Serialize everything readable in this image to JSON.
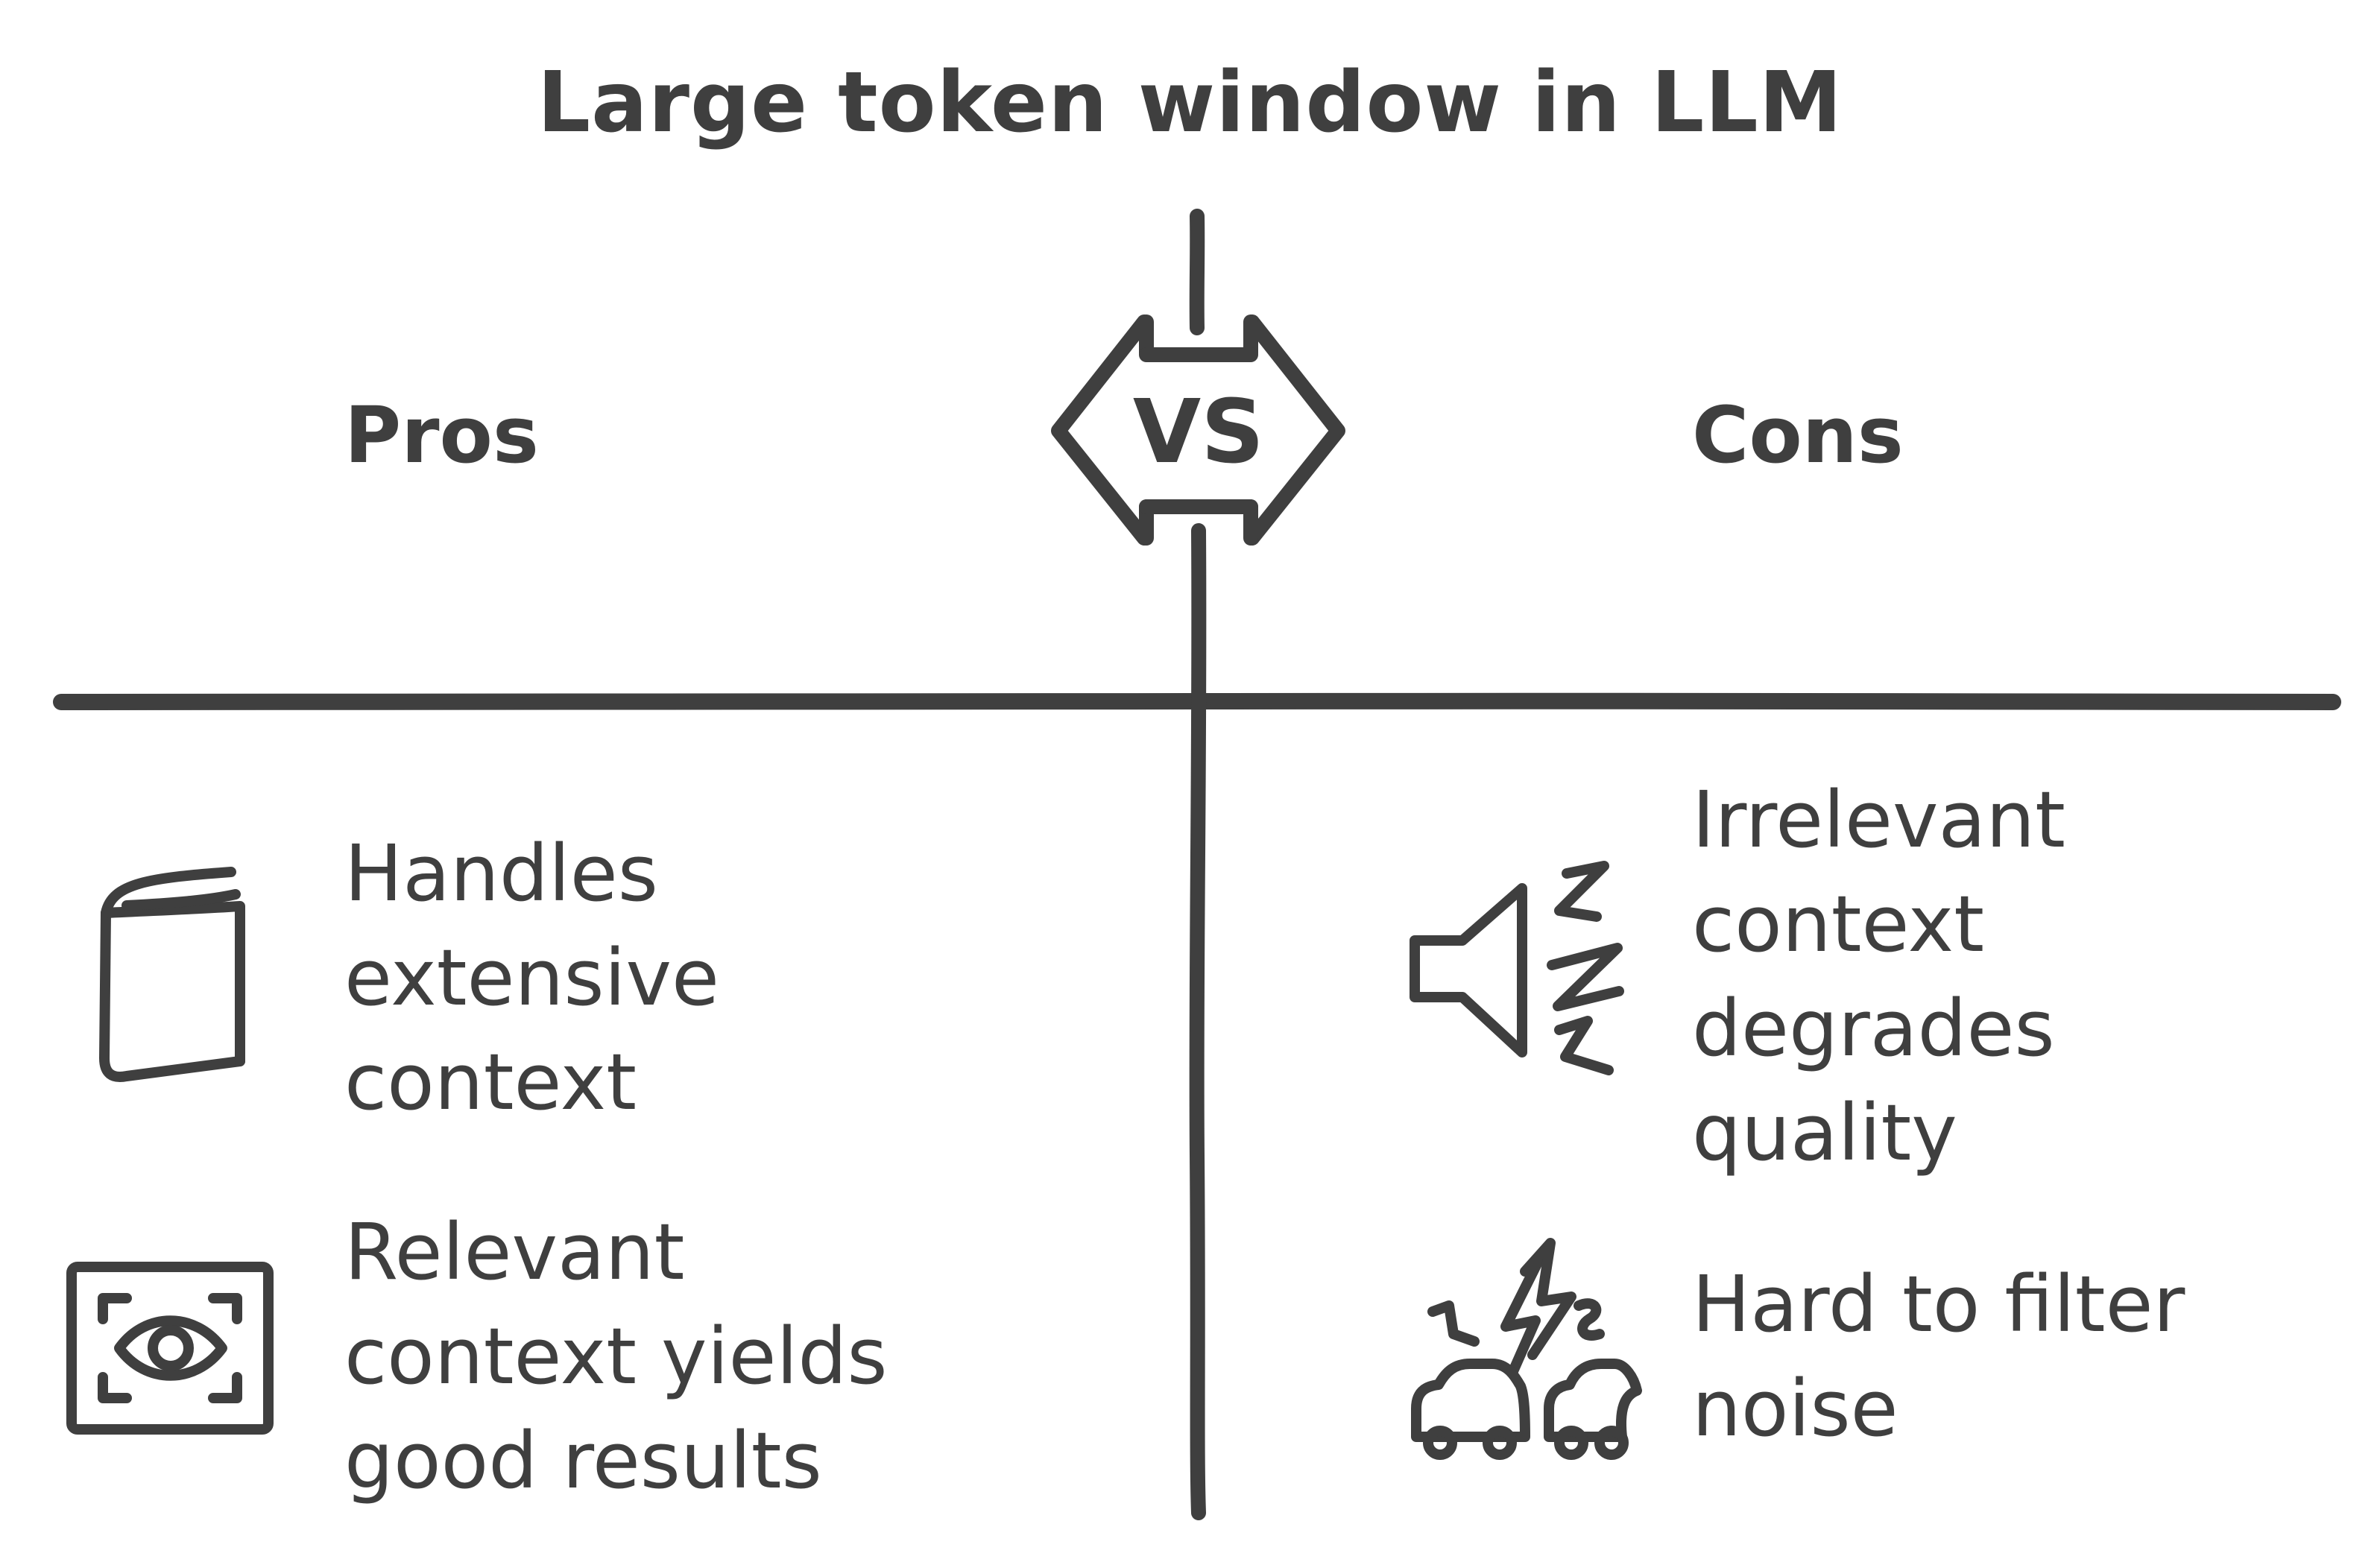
{
  "title": "Large token window in LLM",
  "vs_label": "VS",
  "pros": {
    "heading": "Pros",
    "items": [
      {
        "icon": "book-icon",
        "text": "Handles\nextensive\ncontext"
      },
      {
        "icon": "eye-icon",
        "text": "Relevant\ncontext yields\ngood results"
      }
    ]
  },
  "cons": {
    "heading": "Cons",
    "items": [
      {
        "icon": "speaker-noise-icon",
        "text": "Irrelevant\ncontext\ndegrades\nquality"
      },
      {
        "icon": "car-crash-icon",
        "text": "Hard to filter\nnoise"
      }
    ]
  },
  "colors": {
    "ink": "#3f3f3f",
    "background": "#ffffff"
  }
}
